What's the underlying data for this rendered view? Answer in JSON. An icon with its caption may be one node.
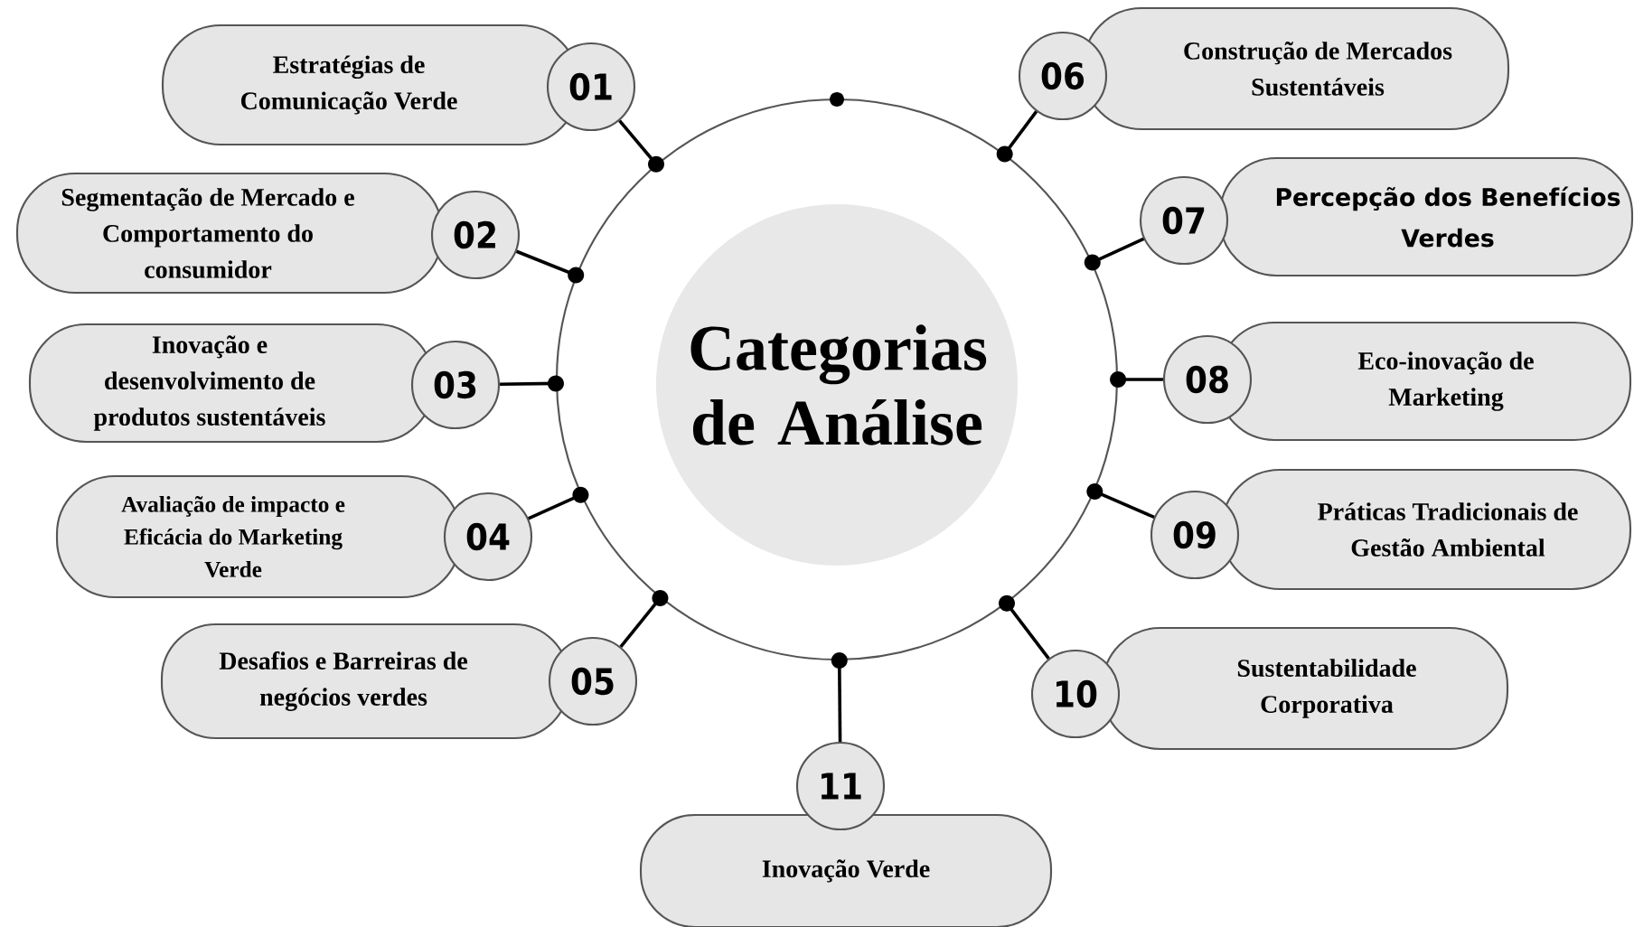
{
  "diagram": {
    "nodes": [
      {
        "text": [],
        "shape": "circle"
      },
      {
        "text": [
          "Categorias de Análise"
        ],
        "in": 0
      },
      {
        "text": [
          "Estratégias de Comunicação Verde"
        ]
      },
      {
        "text": [
          "01"
        ]
      },
      {
        "text": [
          "Segmentação de Mercado e Comportamento do consumidor"
        ]
      },
      {
        "text": [
          "02"
        ]
      },
      {
        "text": [
          "Inovação e desenvolvimento de produtos sustentáveis"
        ]
      },
      {
        "text": [
          "03"
        ]
      },
      {
        "text": [
          "Avaliação de impacto e Eficácia do Marketing Verde"
        ]
      },
      {
        "text": [
          "04"
        ]
      },
      {
        "text": [
          "Desafios e Barreiras de negócios verdes"
        ]
      },
      {
        "text": [
          "05"
        ]
      },
      {
        "text": [
          "Construção de Mercados Sustentáveis"
        ]
      },
      {
        "text": [
          "06"
        ]
      },
      {
        "text": [
          "Percepção dos Benefícios Verdes"
        ]
      },
      {
        "text": [
          "07"
        ]
      },
      {
        "text": [
          "Eco-inovação de Marketing"
        ]
      },
      {
        "text": [
          "08"
        ]
      },
      {
        "text": [
          "Práticas Tradicionais de Gestão Ambiental"
        ]
      },
      {
        "text": [
          "09"
        ]
      },
      {
        "text": [
          "Sustentabilidade Corporativa"
        ]
      },
      {
        "text": [
          "10"
        ]
      },
      {
        "text": [
          "Inovação Verde"
        ]
      },
      {
        "text": [
          "11"
        ]
      }
    ],
    "edges": [
      {
        "from": 3,
        "to": 0,
        "arrow": "other"
      },
      {
        "from": 5,
        "to": 0,
        "arrow": "other"
      },
      {
        "from": 7,
        "to": 0,
        "arrow": "other"
      },
      {
        "from": 9,
        "to": 0,
        "arrow": "other"
      },
      {
        "from": 11,
        "to": 0,
        "arrow": "other"
      },
      {
        "from": 13,
        "to": 0,
        "arrow": "other"
      },
      {
        "from": 15,
        "to": 0,
        "arrow": "other"
      },
      {
        "from": 17,
        "to": 0,
        "arrow": "other"
      },
      {
        "from": 19,
        "to": 0,
        "arrow": "other"
      },
      {
        "from": 21,
        "to": 0,
        "arrow": "other"
      },
      {
        "from": 23,
        "to": 0,
        "arrow": "other"
      }
    ]
  }
}
